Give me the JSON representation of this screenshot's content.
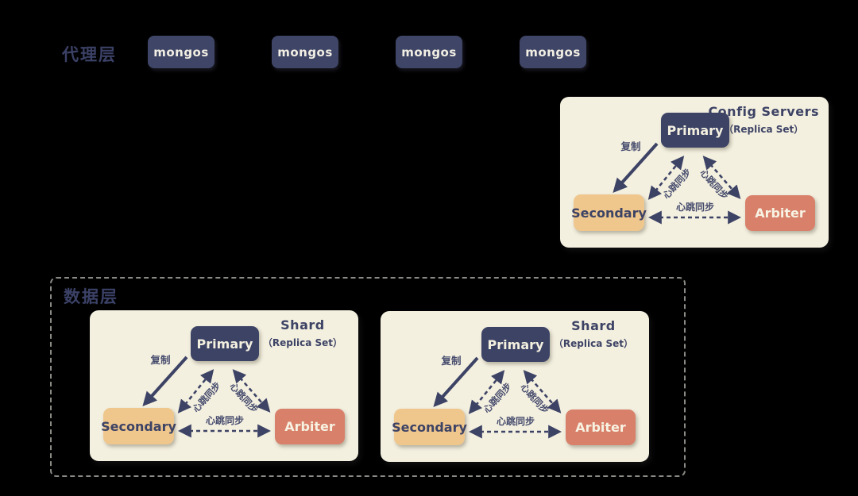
{
  "canvas": {
    "background": "#000000"
  },
  "colors": {
    "panel_bg": "#f4f0e0",
    "primary_bg": "#3d4365",
    "secondary_bg": "#efc78d",
    "arbiter_bg": "#d8806a",
    "mongos_bg": "#3f4566",
    "arrow_navy": "#3d4365",
    "layer_label_navy": "#3b4166",
    "dashed_border_gray": "#8b8b86"
  },
  "proxy_layer": {
    "label": "代理层",
    "nodes": [
      {
        "label": "mongos"
      },
      {
        "label": "mongos"
      },
      {
        "label": "mongos"
      },
      {
        "label": "mongos"
      }
    ]
  },
  "config_panel": {
    "title": "Config Servers",
    "subtitle": "（Replica Set）",
    "nodes": {
      "primary": "Primary",
      "secondary": "Secondary",
      "arbiter": "Arbiter"
    },
    "arrows": {
      "replicate": "复制",
      "heartbeat_left": "心跳同步",
      "heartbeat_right": "心跳同步",
      "heartbeat_bottom": "心跳同步"
    }
  },
  "data_layer": {
    "label": "数据层",
    "shards": [
      {
        "title": "Shard",
        "subtitle": "（Replica Set）",
        "nodes": {
          "primary": "Primary",
          "secondary": "Secondary",
          "arbiter": "Arbiter"
        },
        "arrows": {
          "replicate": "复制",
          "heartbeat_left": "心跳同步",
          "heartbeat_right": "心跳同步",
          "heartbeat_bottom": "心跳同步"
        }
      },
      {
        "title": "Shard",
        "subtitle": "（Replica Set）",
        "nodes": {
          "primary": "Primary",
          "secondary": "Secondary",
          "arbiter": "Arbiter"
        },
        "arrows": {
          "replicate": "复制",
          "heartbeat_left": "心跳同步",
          "heartbeat_right": "心跳同步",
          "heartbeat_bottom": "心跳同步"
        }
      }
    ]
  }
}
